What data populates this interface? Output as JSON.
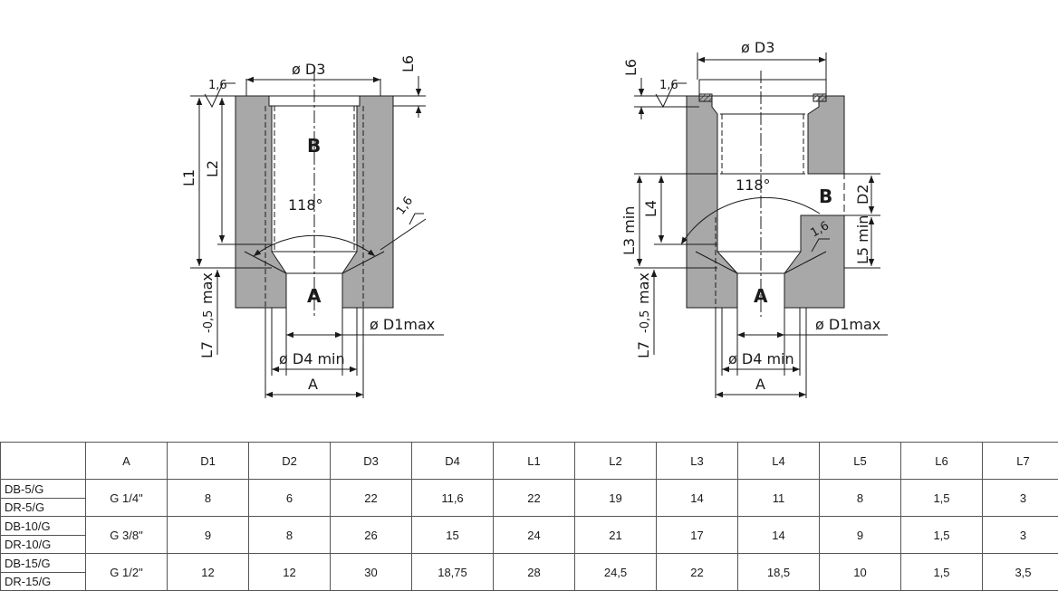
{
  "left_drawing": {
    "labels": {
      "d3": "ø D3",
      "l6": "L6",
      "l1": "L1",
      "l2": "L2",
      "port_b": "B",
      "angle": "118°",
      "roughness_top": "1,6",
      "roughness_side": "1,6",
      "port_a": "A",
      "l7": "L7",
      "l7_tol": "-0,5",
      "l7_max": "max",
      "d1max": "ø D1max",
      "d4min": "ø D4 min",
      "a": "A"
    }
  },
  "right_drawing": {
    "labels": {
      "d3": "ø D3",
      "l6": "L6",
      "roughness_top": "1,6",
      "angle": "118°",
      "port_b": "B",
      "d2": "D2",
      "l3min": "L3 min",
      "l4": "L4",
      "l5min": "L5 min",
      "roughness_side": "1,6",
      "port_a": "A",
      "l7": "L7",
      "l7_tol": "-0,5",
      "l7_max": "max",
      "d1max": "ø D1max",
      "d4min": "ø D4 min",
      "a": "A"
    }
  },
  "table": {
    "headers": [
      "",
      "A",
      "D1",
      "D2",
      "D3",
      "D4",
      "L1",
      "L2",
      "L3",
      "L4",
      "L5",
      "L6",
      "L7"
    ],
    "rows": [
      {
        "names": [
          "DB-5/G",
          "DR-5/G"
        ],
        "values": [
          "G 1/4\"",
          "8",
          "6",
          "22",
          "11,6",
          "22",
          "19",
          "14",
          "11",
          "8",
          "1,5",
          "3"
        ]
      },
      {
        "names": [
          "DB-10/G",
          "DR-10/G"
        ],
        "values": [
          "G 3/8\"",
          "9",
          "8",
          "26",
          "15",
          "24",
          "21",
          "17",
          "14",
          "9",
          "1,5",
          "3"
        ]
      },
      {
        "names": [
          "DB-15/G",
          "DR-15/G"
        ],
        "values": [
          "G 1/2\"",
          "12",
          "12",
          "30",
          "18,75",
          "28",
          "24,5",
          "22",
          "18,5",
          "10",
          "1,5",
          "3,5"
        ]
      }
    ]
  }
}
